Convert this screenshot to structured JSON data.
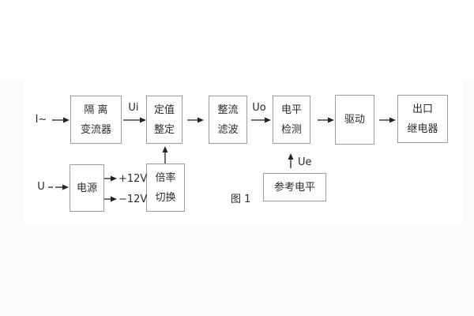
{
  "figure": {
    "caption": "图 1",
    "background_color": "#ffffff",
    "margin_color": "#fbfbfc",
    "line_color": "#222222",
    "box_border_color": "#9b9b9b",
    "text_color": "#2b2b2b"
  },
  "blocks": {
    "isolation_transformer": {
      "line1": "隔 离",
      "line2": "变流器"
    },
    "setpoint_adjust": {
      "line1": "定值",
      "line2": "整定"
    },
    "rectify_filter": {
      "line1": "整流",
      "line2": "滤波"
    },
    "level_detect": {
      "line1": "电平",
      "line2": "检测"
    },
    "drive": {
      "label": "驱动"
    },
    "output_relay": {
      "line1": "出口",
      "line2": "继电器"
    },
    "power_supply": {
      "label": "电源"
    },
    "ratio_switch": {
      "line1": "倍率",
      "line2": "切换"
    },
    "reference_level": {
      "label": "参考电平"
    }
  },
  "labels": {
    "input_current": "I~",
    "input_voltage": "U",
    "ui": "Ui",
    "uo": "Uo",
    "ue": "Ue",
    "plus_12v": "+12V",
    "minus_12v": "−12V"
  }
}
